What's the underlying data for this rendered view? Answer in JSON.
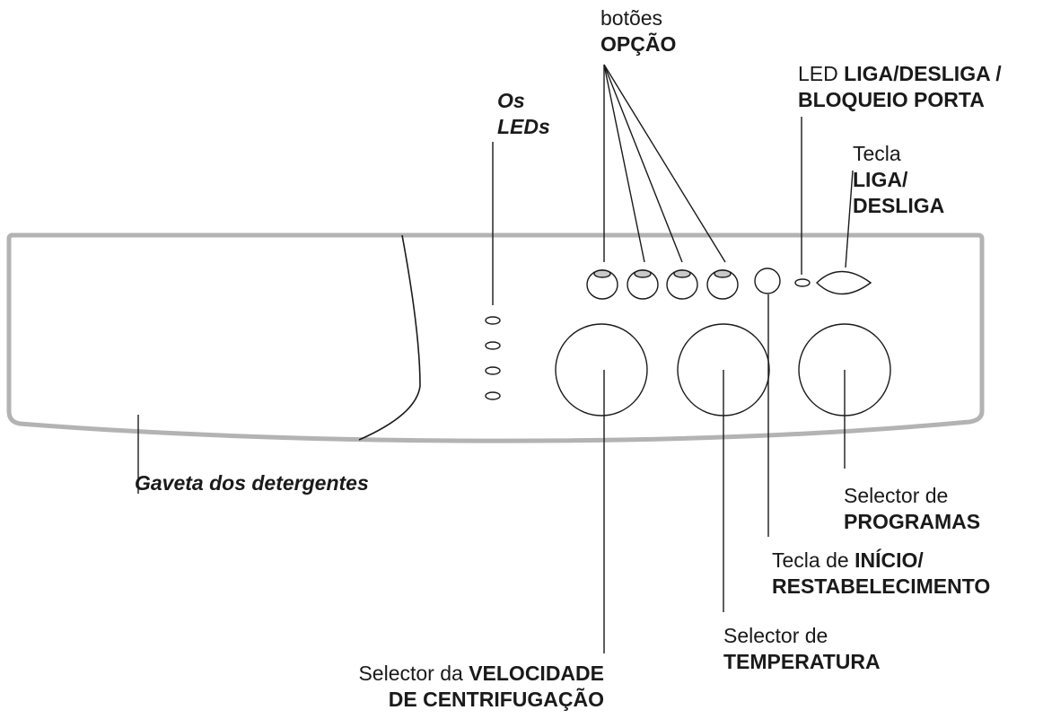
{
  "labels": {
    "options": {
      "line1": "botões",
      "line2": "OPÇÃO"
    },
    "leds": {
      "line1": "Os",
      "line2": "LEDs"
    },
    "power_led": {
      "line1_prefix": "LED ",
      "line1_bold": "LIGA/DESLIGA /",
      "line2": "BLOQUEIO PORTA"
    },
    "power_key": {
      "line1": "Tecla",
      "line2": "LIGA/",
      "line3": "DESLIGA"
    },
    "detergent_drawer": {
      "text": "Gaveta dos detergentes"
    },
    "program_selector": {
      "line1": "Selector de",
      "line2": "PROGRAMAS"
    },
    "start_key": {
      "line1_prefix": "Tecla de ",
      "line1_bold": "INÍCIO/",
      "line2": "RESTABELECIMENTO"
    },
    "temperature_selector": {
      "line1": "Selector de",
      "line2": "TEMPERATURA"
    },
    "spin_selector": {
      "line1_prefix": "Selector da ",
      "line1_bold": "VELOCIDADE",
      "line2": "DE CENTRIFUGAÇÃO"
    }
  },
  "colors": {
    "panel_outline": "#b3b3b3",
    "line": "#1a1a1a",
    "led_fill": "#c8c8c8"
  }
}
